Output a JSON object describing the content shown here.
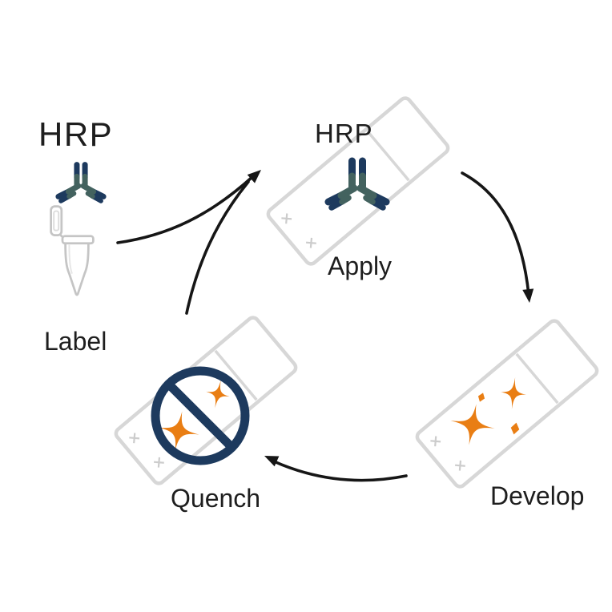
{
  "diagram": {
    "name": "cyclic-immunostaining-workflow",
    "type": "cyclic-workflow",
    "steps": [
      {
        "id": "label",
        "label": "Label",
        "enzyme_tag": "HRP",
        "icons": [
          "antibody-icon",
          "microcentrifuge-tube-icon"
        ]
      },
      {
        "id": "apply",
        "label": "Apply",
        "enzyme_tag": "HRP",
        "icons": [
          "slide-icon",
          "antibody-icon"
        ]
      },
      {
        "id": "develop",
        "label": "Develop",
        "icons": [
          "slide-icon",
          "sparkle-icon"
        ]
      },
      {
        "id": "quench",
        "label": "Quench",
        "icons": [
          "slide-icon",
          "sparkle-icon",
          "prohibition-icon"
        ]
      }
    ],
    "connections": [
      "Label to Apply",
      "Quench to Apply",
      "Apply to Develop",
      "Develop to Quench"
    ]
  },
  "colors": {
    "navy": "#1d3a5e",
    "teal": "#43625f",
    "orange": "#e97e14",
    "slide_outline": "#d7d7d7",
    "mark_gray": "#cccccc",
    "tube_gray": "#c5c5c5",
    "arrow_black": "#161616"
  }
}
